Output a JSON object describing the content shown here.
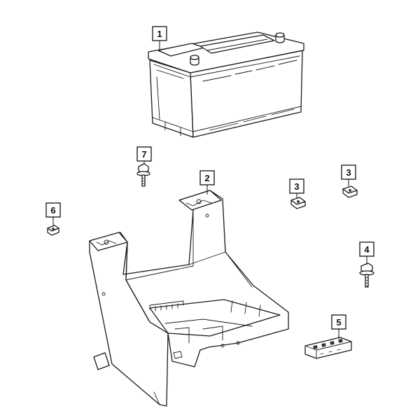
{
  "callouts": [
    {
      "id": "callout-1",
      "label": "1"
    },
    {
      "id": "callout-2",
      "label": "2"
    },
    {
      "id": "callout-3a",
      "label": "3"
    },
    {
      "id": "callout-3b",
      "label": "3"
    },
    {
      "id": "callout-4",
      "label": "4"
    },
    {
      "id": "callout-5",
      "label": "5"
    },
    {
      "id": "callout-6",
      "label": "6"
    },
    {
      "id": "callout-7",
      "label": "7"
    }
  ],
  "parts": {
    "battery": "battery",
    "battery_tray": "battery-tray",
    "nut_clip": "nut-clip",
    "long_bolt": "bolt",
    "hold_down_block": "hold-down",
    "small_clip": "clip",
    "short_bolt": "bolt"
  },
  "colors": {
    "line": "#1a1a1a",
    "background": "#ffffff"
  }
}
